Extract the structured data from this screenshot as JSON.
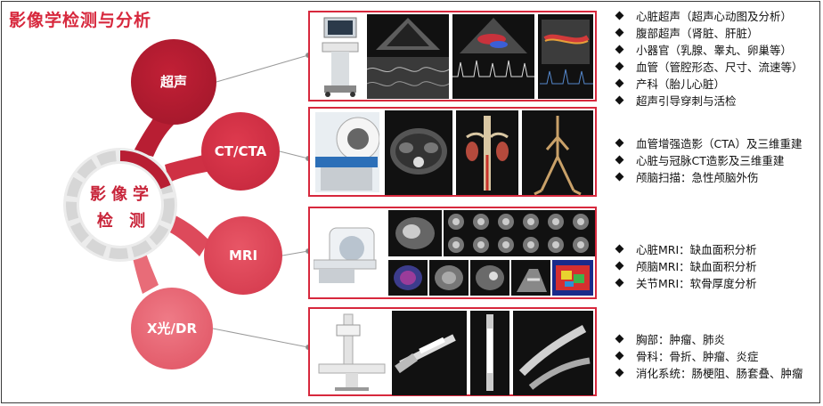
{
  "title": "影像学检测与分析",
  "hub": {
    "line1": "影像学",
    "line2": "检 测"
  },
  "modalities": [
    {
      "label": "超声"
    },
    {
      "label": "CT/CTA"
    },
    {
      "label": "MRI"
    },
    {
      "label": "X光/DR"
    }
  ],
  "lists": {
    "ultrasound": [
      "心脏超声（超声心动图及分析）",
      "腹部超声（肾脏、肝脏）",
      "小器官（乳腺、睾丸、卵巢等）",
      "血管（管腔形态、尺寸、流速等）",
      "产科（胎儿心脏）",
      "超声引导穿刺与活检"
    ],
    "ct": [
      "血管增强造影（CTA）及三维重建",
      "心脏与冠脉CT造影及三维重建",
      "颅脑扫描：急性颅脑外伤"
    ],
    "mri": [
      "心脏MRI：缺血面积分析",
      "颅脑MRI：缺血面积分析",
      "关节MRI：软骨厚度分析"
    ],
    "xray": [
      "胸部：肿瘤、肺炎",
      "骨科：骨折、肿瘤、炎症",
      "消化系统：肠梗阻、肠套叠、肿瘤"
    ]
  },
  "colors": {
    "accent": "#d7283d",
    "dark_red": "#b81e33",
    "hub_ring": "#e9e9e9"
  }
}
